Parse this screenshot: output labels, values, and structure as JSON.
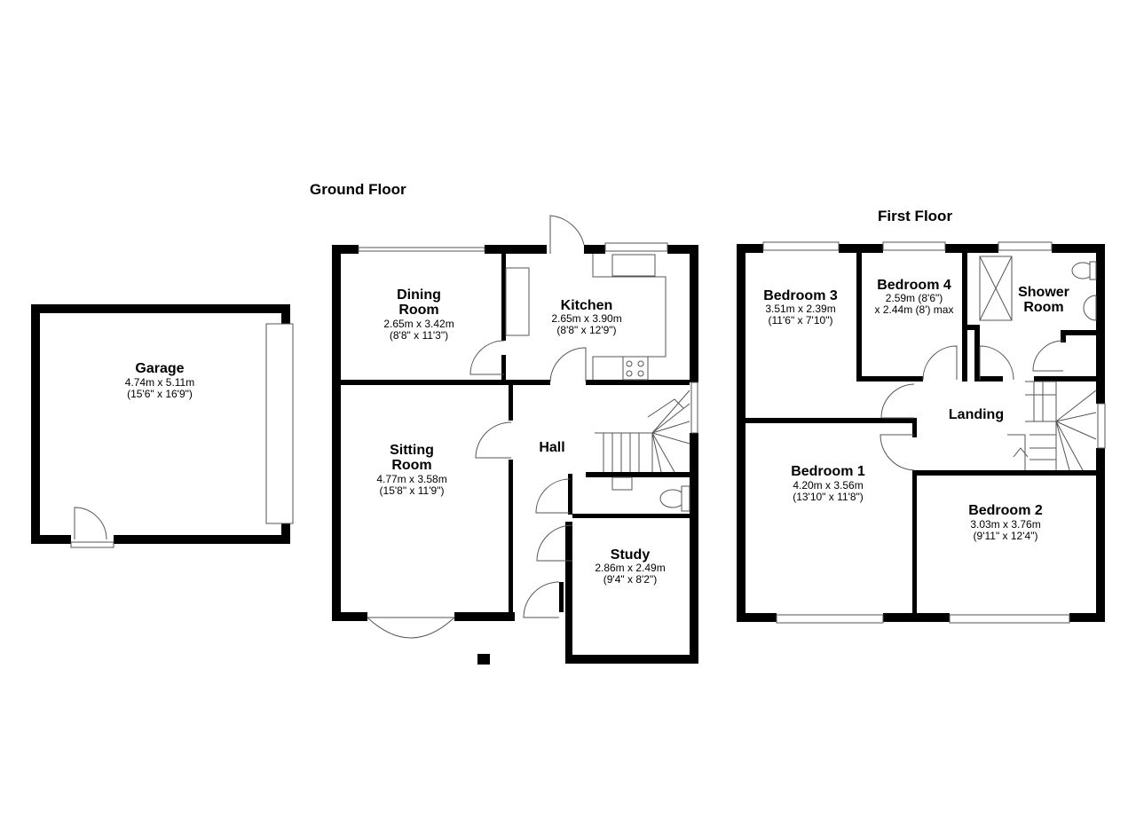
{
  "floors": {
    "ground": "Ground Floor",
    "first": "First Floor"
  },
  "rooms": {
    "garage": {
      "name": "Garage",
      "metric": "4.74m x 5.11m",
      "imperial": "(15'6\" x 16'9\")"
    },
    "dining": {
      "name_line1": "Dining",
      "name_line2": "Room",
      "metric": "2.65m x 3.42m",
      "imperial": "(8'8\" x 11'3\")"
    },
    "kitchen": {
      "name": "Kitchen",
      "metric": "2.65m x 3.90m",
      "imperial": "(8'8\" x 12'9\")"
    },
    "hall": {
      "name": "Hall"
    },
    "sitting": {
      "name_line1": "Sitting",
      "name_line2": "Room",
      "metric": "4.77m x 3.58m",
      "imperial": "(15'8\" x 11'9\")"
    },
    "study": {
      "name": "Study",
      "metric": "2.86m x 2.49m",
      "imperial": "(9'4\" x 8'2\")"
    },
    "bedroom3": {
      "name": "Bedroom 3",
      "metric": "3.51m x 2.39m",
      "imperial": "(11'6\" x 7'10\")"
    },
    "bedroom4": {
      "name": "Bedroom 4",
      "dim_line1": "2.59m (8'6\")",
      "dim_line2": "x 2.44m (8') max"
    },
    "shower": {
      "name_line1": "Shower",
      "name_line2": "Room"
    },
    "landing": {
      "name": "Landing"
    },
    "bedroom1": {
      "name": "Bedroom 1",
      "metric": "4.20m x 3.56m",
      "imperial": "(13'10\" x 11'8\")"
    },
    "bedroom2": {
      "name": "Bedroom 2",
      "metric": "3.03m x 3.76m",
      "imperial": "(9'11\" x 12'4\")"
    }
  }
}
